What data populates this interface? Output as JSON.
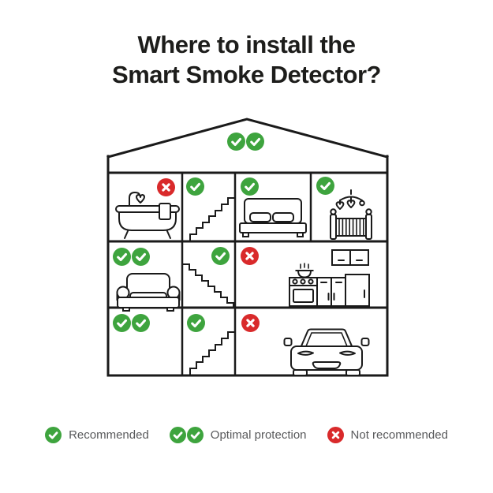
{
  "title": {
    "line1": "Where to install the",
    "line2": "Smart Smoke Detector?"
  },
  "colors": {
    "green": "#3ea43e",
    "red": "#d92a2b",
    "line": "#1a1a1a",
    "legend_text": "#58595b",
    "title_text": "#1d1d1b",
    "background": "#ffffff"
  },
  "icons": {
    "check": "✓",
    "cross": "✕"
  },
  "house": {
    "rooms": [
      {
        "name": "attic",
        "icon": "roof",
        "marks": [
          "check",
          "check"
        ]
      },
      {
        "name": "bathroom",
        "icon": "bathtub-icon",
        "marks": [
          "cross"
        ]
      },
      {
        "name": "staircase-top",
        "icon": "stairs-icon",
        "marks": [
          "check"
        ]
      },
      {
        "name": "bedroom",
        "icon": "bed-icon",
        "marks": [
          "check"
        ]
      },
      {
        "name": "nursery",
        "icon": "crib-icon",
        "marks": [
          "check"
        ]
      },
      {
        "name": "living-room",
        "icon": "armchair-icon",
        "marks": [
          "check",
          "check"
        ]
      },
      {
        "name": "staircase-middle",
        "icon": "stairs-icon",
        "marks": [
          "check"
        ]
      },
      {
        "name": "kitchen",
        "icon": "kitchen-icon",
        "marks": [
          "cross"
        ]
      },
      {
        "name": "basement-room",
        "icon": "none",
        "marks": [
          "check",
          "check"
        ]
      },
      {
        "name": "staircase-bottom",
        "icon": "stairs-icon",
        "marks": [
          "check"
        ]
      },
      {
        "name": "garage",
        "icon": "car-icon",
        "marks": [
          "cross"
        ]
      }
    ]
  },
  "legend": {
    "items": [
      {
        "marks": [
          "check"
        ],
        "label": "Recommended"
      },
      {
        "marks": [
          "check",
          "check"
        ],
        "label": "Optimal protection"
      },
      {
        "marks": [
          "cross"
        ],
        "label": "Not recommended"
      }
    ]
  }
}
